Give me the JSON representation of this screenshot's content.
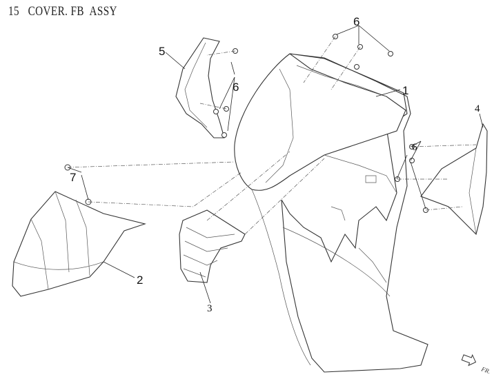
{
  "title": "15   COVER. FB  ASSY",
  "callouts": {
    "p1": "1",
    "p2": "2",
    "p3": "3",
    "p4": "4",
    "p5": "5",
    "p6a": "6",
    "p6b": "6",
    "p6c": "6",
    "p7": "7"
  },
  "direction_label": "FR."
}
